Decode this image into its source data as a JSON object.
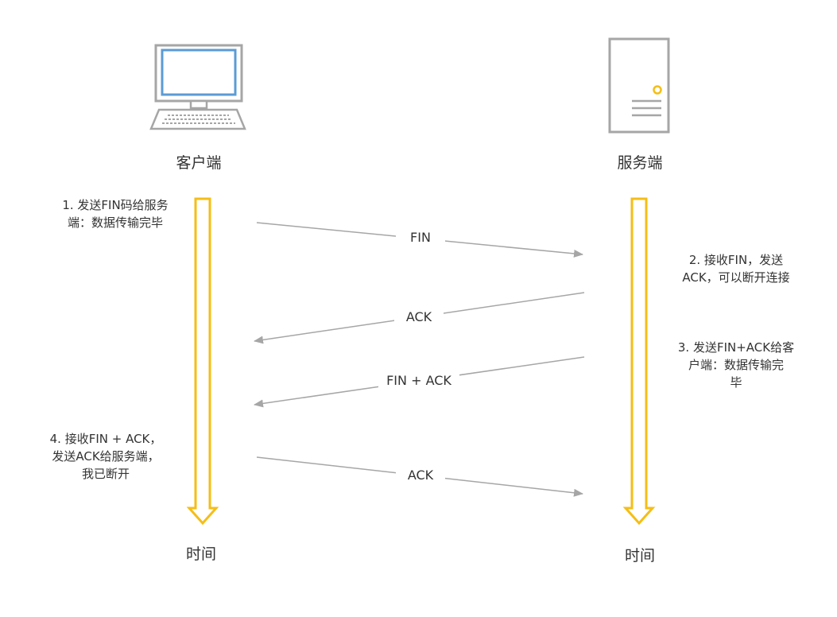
{
  "client": {
    "label": "客户端",
    "time_label": "时间"
  },
  "server": {
    "label": "服务端",
    "time_label": "时间"
  },
  "steps": [
    "1. 发送FIN码给服务\n端：数据传输完毕",
    "2. 接收FIN，发送\nACK，可以断开连接",
    "3. 发送FIN+ACK给客\n户端：数据传输完\n毕",
    "4. 接收FIN + ACK，\n发送ACK给服务端，\n我已断开"
  ],
  "messages": [
    "FIN",
    "ACK",
    "FIN + ACK",
    "ACK"
  ],
  "colors": {
    "timeline": "#F5BE16",
    "arrow": "#A6A6A6",
    "monitor_screen": "#5B9BD5",
    "device_stroke": "#A6A6A6",
    "server_led": "#F5BE16"
  }
}
